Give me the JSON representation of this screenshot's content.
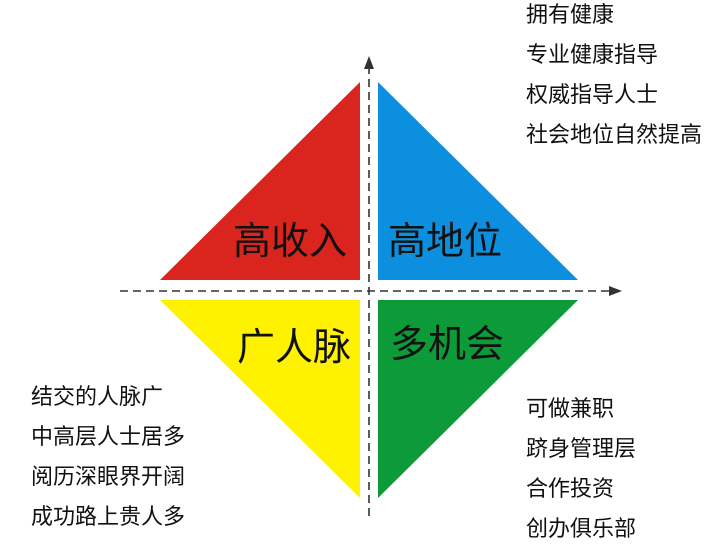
{
  "quadrants": {
    "top_left": {
      "label": "高收入",
      "color": "#d9251d"
    },
    "top_right": {
      "label": "高地位",
      "color": "#0b8fde"
    },
    "bottom_left": {
      "label": "广人脉",
      "color": "#fff200"
    },
    "bottom_right": {
      "label": "多机会",
      "color": "#0d9b3a"
    }
  },
  "lists": {
    "top_right": [
      "拥有健康",
      "专业健康指导",
      "权威指导人士",
      "社会地位自然提高"
    ],
    "bottom_left": [
      "结交的人脉广",
      "中高层人士居多",
      "阅历深眼界开阔",
      "成功路上贵人多"
    ],
    "bottom_right": [
      "可做兼职",
      "跻身管理层",
      "合作投资",
      "创办俱乐部"
    ]
  },
  "axes": {
    "style": "dashed",
    "color": "#333333"
  }
}
